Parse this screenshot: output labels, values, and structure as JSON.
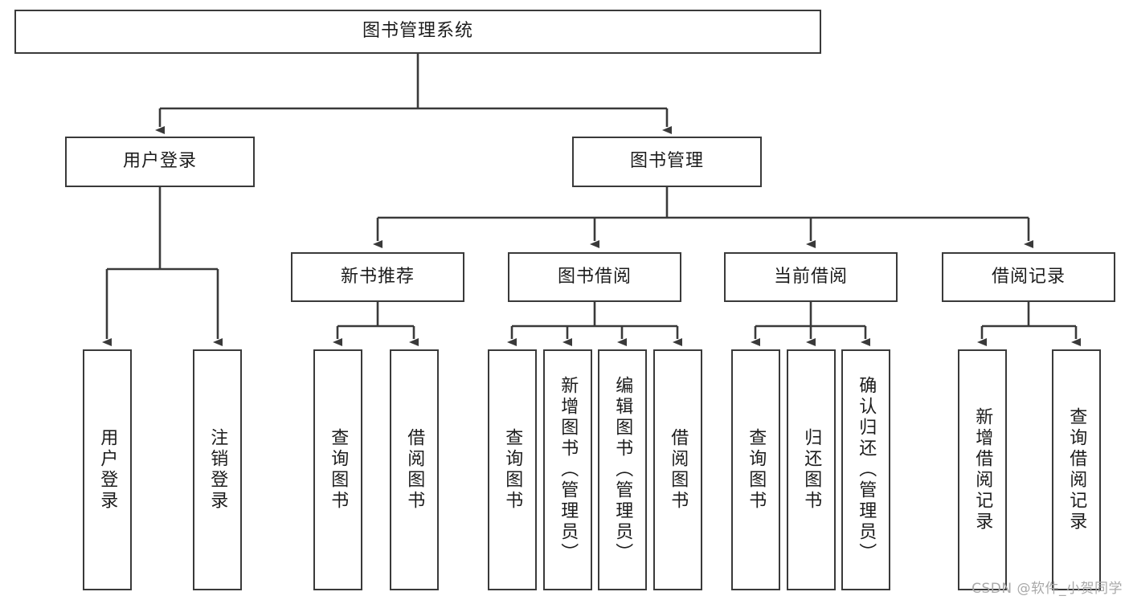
{
  "diagram": {
    "title": "图书管理系统",
    "type": "hierarchy-tree",
    "watermark": "CSDN @软件_小贺同学",
    "colors": {
      "stroke": "#3a3a3a",
      "fill": "#ffffff",
      "text": "#1c1c1c",
      "watermark": "#a9a9a9"
    },
    "levels": {
      "root": {
        "label": "图书管理系统"
      },
      "level2": [
        {
          "id": "user-login",
          "label": "用户登录"
        },
        {
          "id": "book-management",
          "label": "图书管理"
        }
      ],
      "level3": [
        {
          "id": "new-book-recommend",
          "label": "新书推荐",
          "parent": "book-management"
        },
        {
          "id": "book-borrow",
          "label": "图书借阅",
          "parent": "book-management"
        },
        {
          "id": "current-borrow",
          "label": "当前借阅",
          "parent": "book-management"
        },
        {
          "id": "borrow-record",
          "label": "借阅记录",
          "parent": "book-management"
        }
      ],
      "leaves": [
        {
          "id": "leaf-user-login",
          "label": "用户登录",
          "parent": "user-login"
        },
        {
          "id": "leaf-logout-login",
          "label": "注销登录",
          "parent": "user-login"
        },
        {
          "id": "leaf-query-book-1",
          "label": "查询图书",
          "parent": "new-book-recommend"
        },
        {
          "id": "leaf-borrow-book-1",
          "label": "借阅图书",
          "parent": "new-book-recommend"
        },
        {
          "id": "leaf-query-book-2",
          "label": "查询图书",
          "parent": "book-borrow"
        },
        {
          "id": "leaf-add-book",
          "label": "新增图书（管理员）",
          "parent": "book-borrow"
        },
        {
          "id": "leaf-edit-book",
          "label": "编辑图书（管理员）",
          "parent": "book-borrow"
        },
        {
          "id": "leaf-borrow-book-2",
          "label": "借阅图书",
          "parent": "book-borrow"
        },
        {
          "id": "leaf-query-book-3",
          "label": "查询图书",
          "parent": "current-borrow"
        },
        {
          "id": "leaf-return-book",
          "label": "归还图书",
          "parent": "current-borrow"
        },
        {
          "id": "leaf-confirm-return",
          "label": "确认归还（管理员）",
          "parent": "current-borrow"
        },
        {
          "id": "leaf-add-record",
          "label": "新增借阅记录",
          "parent": "borrow-record"
        },
        {
          "id": "leaf-query-record",
          "label": "查询借阅记录",
          "parent": "borrow-record"
        }
      ]
    }
  }
}
